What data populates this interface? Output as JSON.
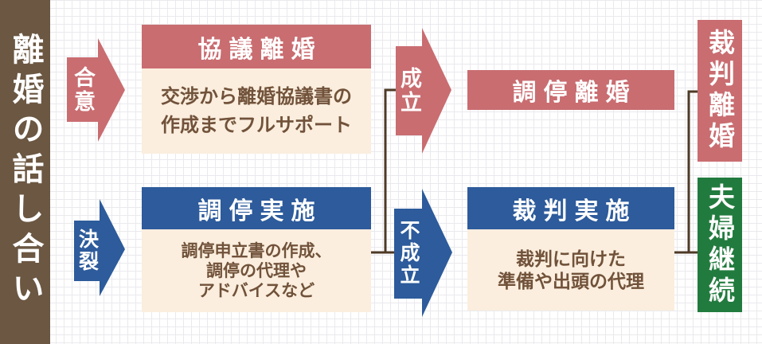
{
  "sidebar": {
    "title": "離婚の話し合い"
  },
  "arrows": {
    "agree": {
      "label": "合意"
    },
    "breakdown": {
      "label": "決裂"
    },
    "settled": {
      "label": "成立"
    },
    "not_settled": {
      "label": "不成立"
    }
  },
  "boxes": {
    "kyougi_rikon": {
      "header": "協議離婚",
      "body": [
        "交渉から離婚協議書の",
        "作成までフルサポート"
      ]
    },
    "choutei_jisshi": {
      "header": "調停実施",
      "body": [
        "調停申立書の作成、",
        "調停の代理や",
        "アドバイスなど"
      ]
    },
    "choutei_rikon": {
      "label": "調停離婚"
    },
    "saiban_jisshi": {
      "header": "裁判実施",
      "body": [
        "裁判に向けた",
        "準備や出頭の代理"
      ]
    },
    "saiban_rikon": {
      "label": "裁判離婚"
    },
    "fuufu_keizoku": {
      "label": "夫婦継続"
    }
  },
  "colors": {
    "pink": "#c96d71",
    "blue": "#2d5b9b",
    "green": "#227b3e",
    "sidebar_brown": "#6b5742",
    "cream_body": "#fbeede",
    "body_text_brown": "#71523a",
    "connector_brown": "#4e3a27",
    "grid_line": "#eaeaee"
  }
}
